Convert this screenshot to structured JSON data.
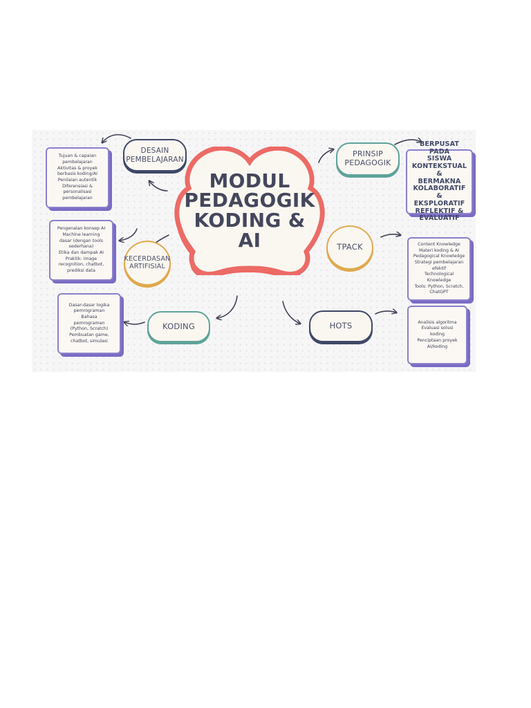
{
  "colors": {
    "navy": "#3f4866",
    "teal": "#5fa39a",
    "gold": "#e0a94e",
    "purple": "#8b7fcb",
    "center_fill": "#faf7f1",
    "center_border": "#ec6b66"
  },
  "center": {
    "title": "MODUL\nPEDAGOGIK\nKODING &\nAI"
  },
  "nodes": {
    "desain": "DESAIN\nPEMBELAJARAN",
    "kecerdasan": "KECERDASAN\nARTIFISIAL",
    "koding": "KODING",
    "prinsip": "PRINSIP\nPEDAGOGIK",
    "tpack": "TPACK",
    "hots": "HOTS"
  },
  "boxes": {
    "desain": "Tujuan & capaian\npembelajaran\nAktivitas & proyek\nberbasis koding/AI\nPenilaian autentik\nDiferensiasi &\npersonalisasi\npembelajaran",
    "kecerdasan": "Pengenalan konsep AI\nMachine learning\ndasar (dengan tools\nsederhana)\nEtika dan dampak AI\nPraktik: image\nrecognition, chatbot,\nprediksi data",
    "koding": "Dasar-dasar logika\npemrograman\nBahasa\npemrograman\n(Python, Scratch)\nPembuatan game,\nchatbot, simulasi",
    "prinsip": "BERPUSAT PADA\nSISWA\nKONTEKSTUAL &\nBERMAKNA\nKOLABORATIF &\nEKSPLORATIF\nREFLEKTIF &\nEVALUATIF",
    "tpack": "Content Knowledge\nMateri koding & AI\nPedagogical Knowledge\nStrategi pembelajaran\nefektif\nTechnological\nKnowledge\nTools: Python, Scratch,\nChatGPT",
    "hots": "Analisis algoritma\nEvaluasi solusi\nkoding\nPenciptaan proyek\nAI/koding"
  }
}
